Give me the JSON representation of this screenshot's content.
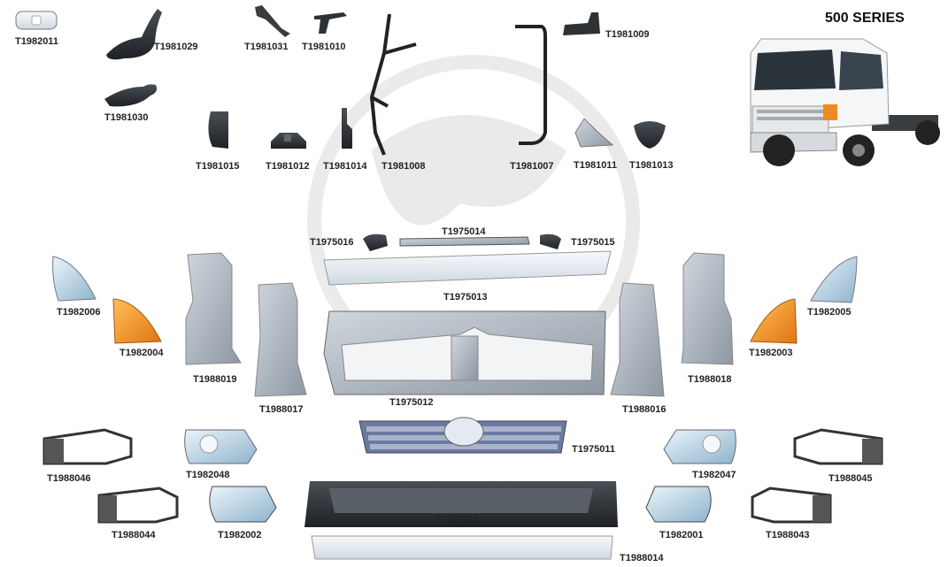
{
  "title": "500 SERIES",
  "parts": [
    {
      "code": "T1982011"
    },
    {
      "code": "T1981029"
    },
    {
      "code": "T1981031"
    },
    {
      "code": "T1981010"
    },
    {
      "code": "T1981009"
    },
    {
      "code": "T1981030"
    },
    {
      "code": "T1981015"
    },
    {
      "code": "T1981012"
    },
    {
      "code": "T1981014"
    },
    {
      "code": "T1981008"
    },
    {
      "code": "T1981007"
    },
    {
      "code": "T1981011"
    },
    {
      "code": "T1981013"
    },
    {
      "code": "T1975016"
    },
    {
      "code": "T1975014"
    },
    {
      "code": "T1975015"
    },
    {
      "code": "T1975013"
    },
    {
      "code": "T1982006"
    },
    {
      "code": "T1982004"
    },
    {
      "code": "T1988019"
    },
    {
      "code": "T1988017"
    },
    {
      "code": "T1975012"
    },
    {
      "code": "T1988016"
    },
    {
      "code": "T1988018"
    },
    {
      "code": "T1982005"
    },
    {
      "code": "T1982003"
    },
    {
      "code": "T1975011"
    },
    {
      "code": "T1988046"
    },
    {
      "code": "T1982048"
    },
    {
      "code": "T1982047"
    },
    {
      "code": "T1988045"
    },
    {
      "code": "T1988015"
    },
    {
      "code": "T1988044"
    },
    {
      "code": "T1982002"
    },
    {
      "code": "T1982001"
    },
    {
      "code": "T1988043"
    },
    {
      "code": "T1988014"
    }
  ],
  "colors": {
    "dark_part": "#2b2b2b",
    "grey_part": "#9aa3ad",
    "white_part": "#e8edf2",
    "amber": "#f0922a",
    "label": "#222222"
  }
}
